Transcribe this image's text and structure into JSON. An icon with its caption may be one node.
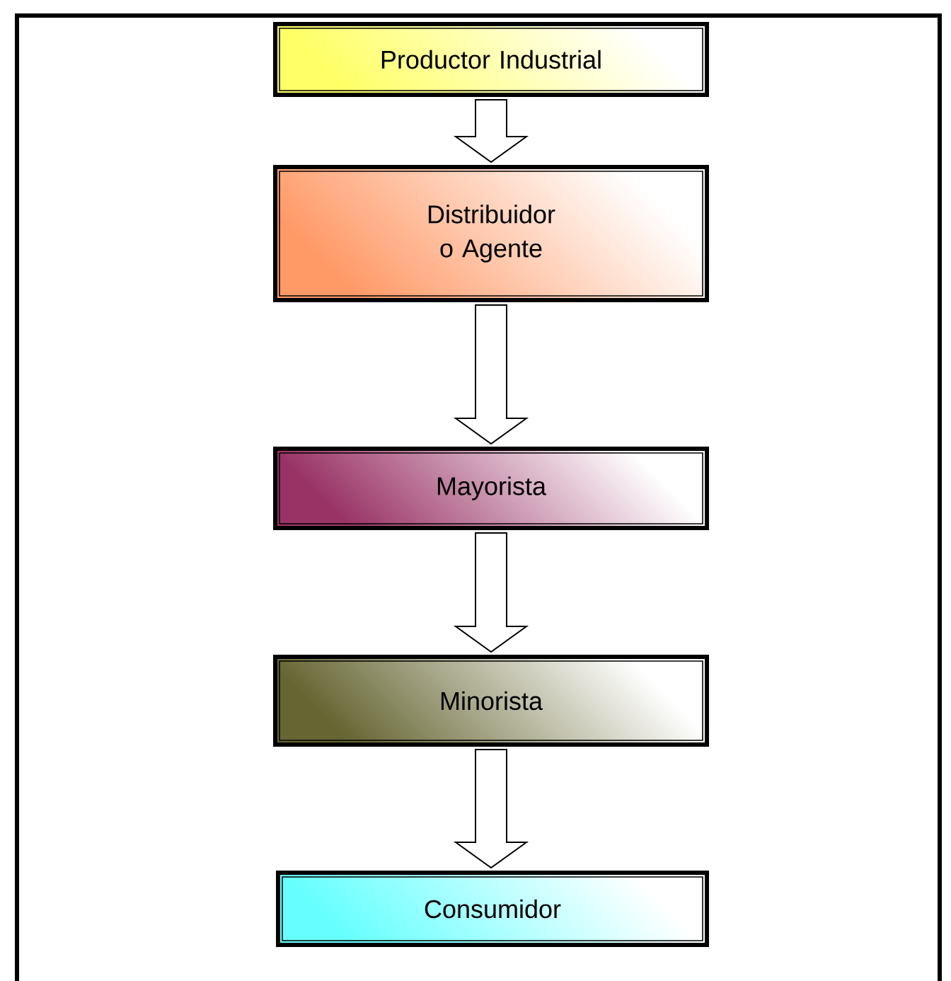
{
  "diagram": {
    "nodes": [
      {
        "text": [
          "Productor Industrial"
        ]
      },
      {
        "text": [
          "Distribuidor o Agente"
        ]
      },
      {
        "text": [
          "Mayorista"
        ]
      },
      {
        "text": [
          "Minorista"
        ]
      },
      {
        "text": [
          "Consumidor"
        ]
      }
    ],
    "edges": [
      {
        "from": 0,
        "to": 1,
        "arrow": "to"
      },
      {
        "from": 1,
        "to": 2,
        "arrow": "to"
      },
      {
        "from": 2,
        "to": 3,
        "arrow": "to"
      },
      {
        "from": 3,
        "to": 4,
        "arrow": "to"
      }
    ]
  }
}
